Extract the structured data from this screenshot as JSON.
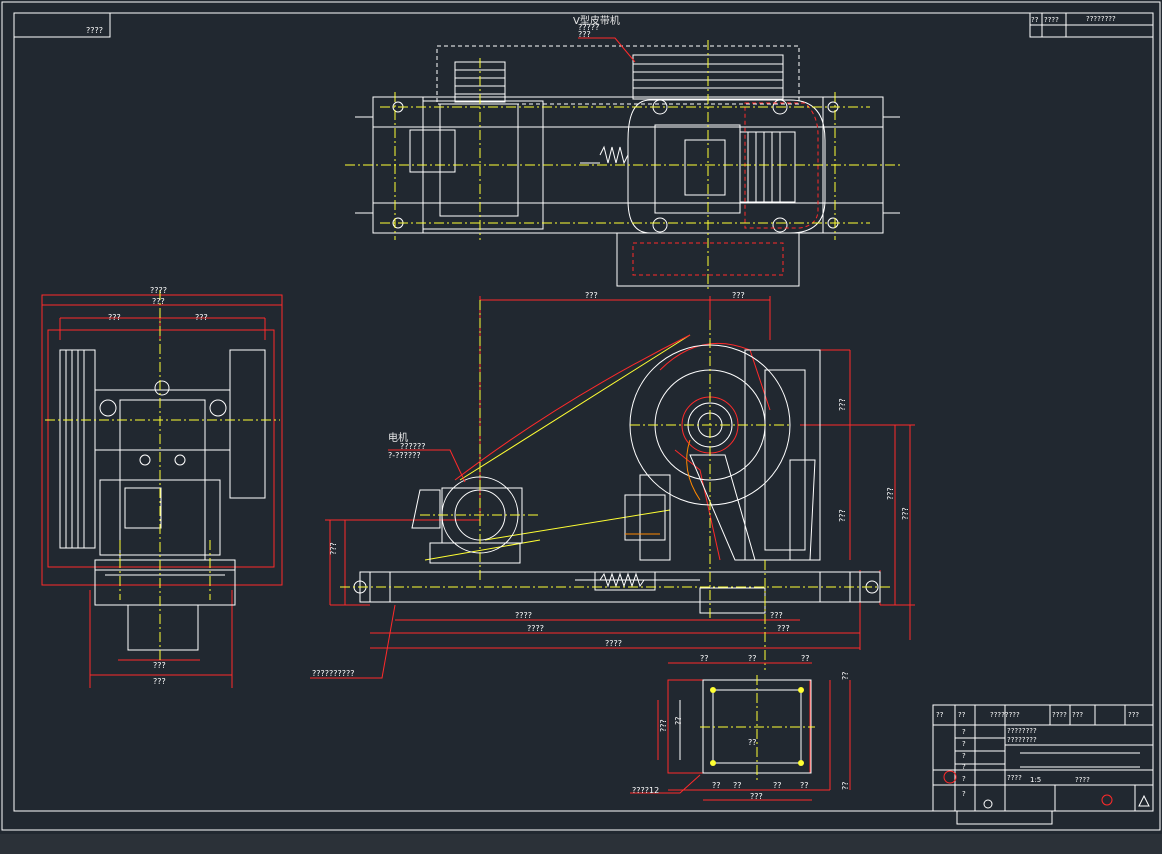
{
  "drawing": {
    "background": "#212830",
    "colors": {
      "outline": "#ffffff",
      "dimension": "#ff2a2a",
      "centerline": "#ffff33",
      "hidden": "#ff2a2a"
    }
  },
  "labels": {
    "vbelt_title": "V型皮带机",
    "vbelt_sub": "?????",
    "vbelt_num": "???",
    "motor_title": "电机",
    "motor_line1": "??????",
    "motor_line2": "?-??????",
    "corner_code": "????",
    "base_callout": "??????????",
    "pad_callout": "????12",
    "front_dims": [
      "????",
      "???",
      "???",
      "???"
    ],
    "front_bottom": [
      "???",
      "???"
    ],
    "side_top": [
      "???",
      "???"
    ],
    "side_right": [
      "???",
      "???",
      "???",
      "???"
    ],
    "side_left": "???",
    "side_bottom": [
      "????",
      "????",
      "????",
      "???",
      "???"
    ],
    "pad_top": [
      "??",
      "??",
      "??"
    ],
    "pad_side": [
      "???",
      "??"
    ],
    "pad_right": [
      "??",
      "??"
    ],
    "pad_bottom": [
      "??",
      "??",
      "??",
      "??"
    ],
    "pad_total": "???",
    "pad_center": "??"
  },
  "top_title_block": {
    "cells": [
      "??",
      "????",
      "????????"
    ]
  },
  "title_block": {
    "header": [
      "??",
      "??",
      "????????",
      "????",
      "???",
      "???"
    ],
    "rows": [
      "?",
      "?",
      "?",
      "?",
      "?",
      "?"
    ],
    "row_labels": [
      "????????",
      "????????"
    ],
    "scale_label": "????",
    "scale_value": "1:5",
    "sheet": "????"
  }
}
